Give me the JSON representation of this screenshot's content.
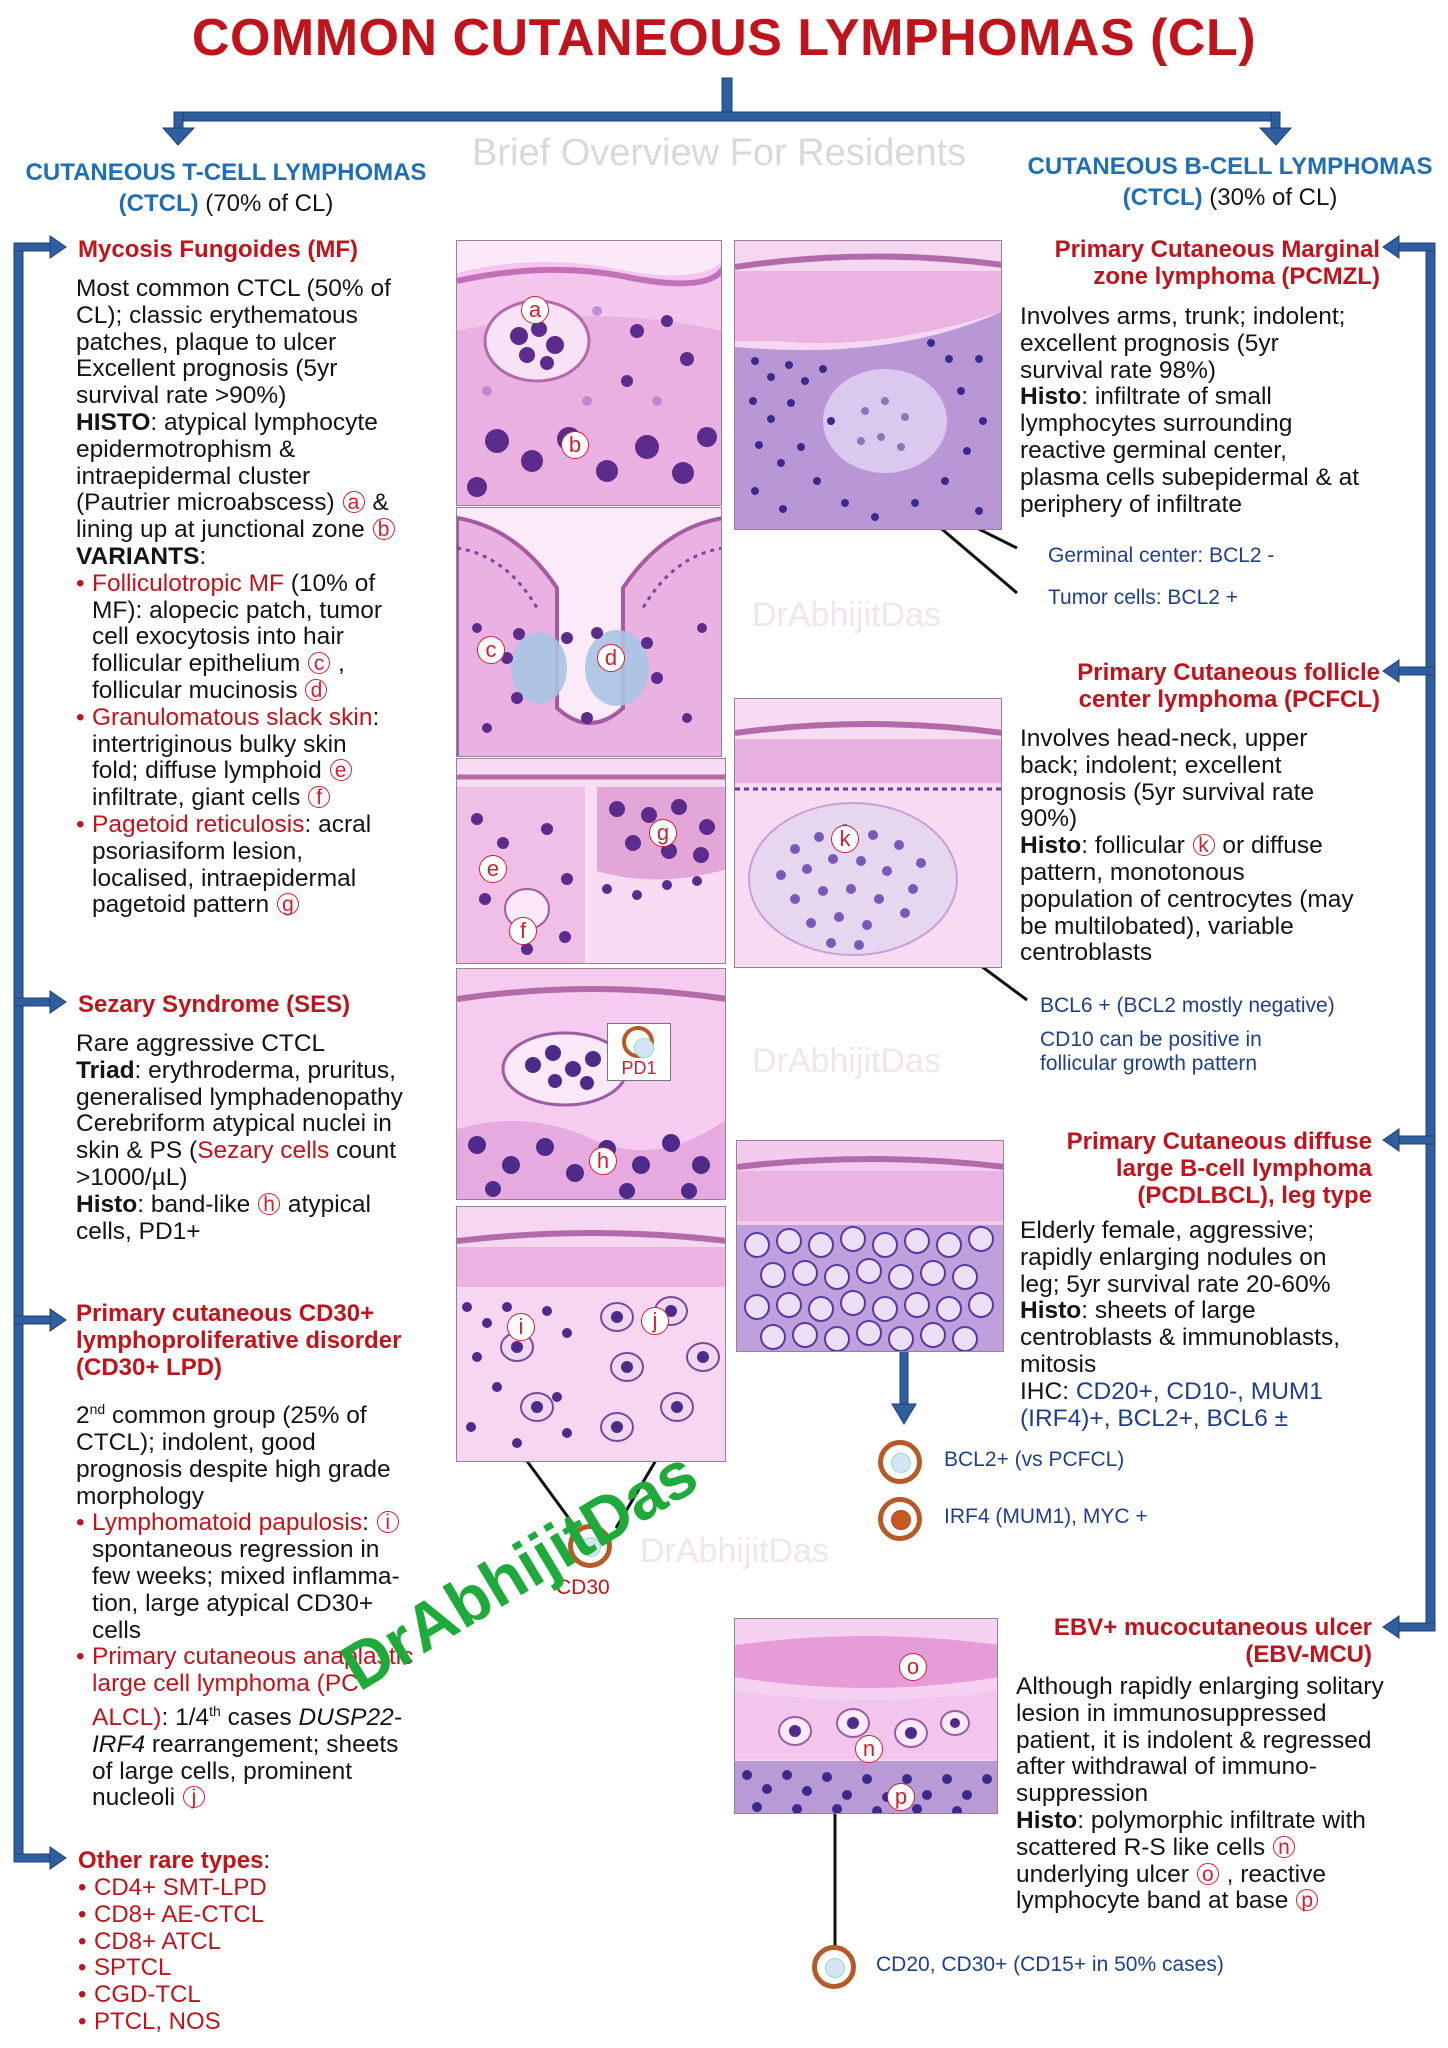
{
  "title": "COMMON CUTANEOUS LYMPHOMAS (CL)",
  "subtitle": "Brief Overview For Residents",
  "watermark": "DrAbhijitDas",
  "colors": {
    "title_red": "#c0141c",
    "heading_blue": "#1e6fb5",
    "note_blue": "#1f3f8a",
    "arrow_blue": "#2f5f9e",
    "watermark_green": "#1faa3c",
    "marker_brown": "#b65a28"
  },
  "left_column": {
    "heading_line1": "CUTANEOUS T-CELL LYMPHOMAS",
    "heading_abbr": "(CTCL)",
    "heading_pct": "(70% of CL)"
  },
  "right_column": {
    "heading_line1": "CUTANEOUS B-CELL LYMPHOMAS",
    "heading_abbr": "(CTCL)",
    "heading_pct": "(30% of CL)"
  },
  "mf": {
    "title": "Mycosis Fungoides (MF)",
    "l1": "Most common CTCL (50% of",
    "l2": "CL); classic erythematous",
    "l3": "patches, plaque to ulcer",
    "l4": "Excellent prognosis (5yr",
    "l5": "survival rate >90%)",
    "histo_label": "HISTO",
    "l6": ": atypical lymphocyte",
    "l7": "epidermotrophism &",
    "l8": "intraepidermal cluster",
    "l9": "(Pautrier microabscess)",
    "l9b": "&",
    "l10": "lining up at junctional zone",
    "variants_label": "VARIANTS",
    "variants_colon": ":",
    "v1_name": "Folliculotropic MF",
    "v1_l1": " (10% of",
    "v1_l2": "MF): alopecic patch, tumor",
    "v1_l3": "cell exocytosis into hair",
    "v1_l4": "follicular epithelium",
    "v1_l4b": ",",
    "v1_l5": "follicular mucinosis",
    "v2_name": "Granulomatous slack skin",
    "v2_l1": ":",
    "v2_l2": "intertriginous bulky skin",
    "v2_l3": "fold; diffuse lymphoid",
    "v2_l4": "infiltrate, giant cells",
    "v3_name": "Pagetoid reticulosis",
    "v3_l1": ": acral",
    "v3_l2": "psoriasiform lesion,",
    "v3_l3": "localised, intraepidermal",
    "v3_l4": "pagetoid pattern"
  },
  "ses": {
    "title": "Sezary Syndrome (SES)",
    "l1": "Rare aggressive CTCL",
    "triad_label": "Triad",
    "l2": ": erythroderma, pruritus,",
    "l3": "generalised lymphadenopathy",
    "l4": "Cerebriform atypical nuclei in",
    "l5a": "skin & PS (",
    "l5red": "Sezary cells",
    "l5b": " count",
    "l6": ">1000/µL)",
    "histo_label": "Histo",
    "l7": ": band-like",
    "l7b": "atypical",
    "l8": "cells, PD1+"
  },
  "lpd": {
    "title_l1": "Primary cutaneous CD30+",
    "title_l2": "lymphoproliferative disorder",
    "title_l3": "(CD30+ LPD)",
    "l1a": "2",
    "l1sup": "nd",
    "l1b": " common group (25% of",
    "l2": "CTCL); indolent, good",
    "l3": "prognosis despite high grade",
    "l4": "morphology",
    "v1_name": "Lymphomatoid papulosis",
    "v1_l1": ":",
    "v1_l2": "spontaneous regression in",
    "v1_l3": "few weeks; mixed inflamma-",
    "v1_l4": "tion, large atypical CD30+",
    "v1_l5": "cells",
    "v2_l1": "Primary cutaneous anaplastic",
    "v2_l2": "large cell lymphoma (PC-",
    "v2_l3": "ALCL)",
    "v2_l3b": ": 1/4",
    "v2_sup": "th",
    "v2_l3c": " cases ",
    "v2_l3i": "DUSP22-",
    "v2_l4i": "IRF4",
    "v2_l4": " rearrangement; sheets",
    "v2_l5": "of large cells, prominent",
    "v2_l6": "nucleoli"
  },
  "other": {
    "title": "Other rare types",
    "colon": ":",
    "items": [
      "CD4+ SMT-LPD",
      "CD8+ AE-CTCL",
      "CD8+ ATCL",
      "SPTCL",
      "CGD-TCL",
      "PTCL, NOS"
    ]
  },
  "pcmzl": {
    "title_l1": "Primary Cutaneous Marginal",
    "title_l2": "zone lymphoma (PCMZL)",
    "l1": "Involves arms, trunk; indolent;",
    "l2": "excellent prognosis (5yr",
    "l3": "survival rate 98%)",
    "histo_label": "Histo",
    "l4": ": infiltrate of small",
    "l5": "lymphocytes surrounding",
    "l6": "reactive germinal center,",
    "l7": "plasma cells subepidermal & at",
    "l8": "periphery of infiltrate",
    "note1": "Germinal center: BCL2 -",
    "note2": "Tumor cells: BCL2 +"
  },
  "pcfcl": {
    "title_l1": "Primary Cutaneous follicle",
    "title_l2": "center lymphoma (PCFCL)",
    "l1": "Involves head-neck, upper",
    "l2": "back; indolent; excellent",
    "l3": "prognosis (5yr survival rate",
    "l4": "90%)",
    "histo_label": "Histo",
    "l5": ": follicular",
    "l5b": "or diffuse",
    "l6": "pattern, monotonous",
    "l7": "population of centrocytes (may",
    "l8": "be multilobated), variable",
    "l9": "centroblasts",
    "note1": "BCL6 + (BCL2 mostly negative)",
    "note2": "CD10 can be positive in",
    "note3": "follicular growth pattern"
  },
  "pcdlbcl": {
    "title_l1": "Primary Cutaneous diffuse",
    "title_l2": "large B-cell lymphoma",
    "title_l3": "(PCDLBCL), leg type",
    "l1": "Elderly female, aggressive;",
    "l2": "rapidly enlarging nodules on",
    "l3": "leg; 5yr survival rate 20-60%",
    "histo_label": "Histo",
    "l4": ": sheets of large",
    "l5": "centroblasts & immunoblasts,",
    "l6": "mitosis",
    "ihc_label": "IHC: ",
    "ihc1": "CD20+, CD10-, MUM1",
    "ihc2": "(IRF4)+, BCL2+, BCL6 ±",
    "note1": "BCL2+ (vs PCFCL)",
    "note2": "IRF4 (MUM1), MYC +"
  },
  "ebv": {
    "title_l1": "EBV+ mucocutaneous ulcer",
    "title_l2": "(EBV-MCU)",
    "l1": "Although rapidly enlarging solitary",
    "l2": "lesion in immunosuppressed",
    "l3": "patient, it is indolent & regressed",
    "l4": "after withdrawal of immuno-",
    "l5": "suppression",
    "histo_label": "Histo",
    "l6": ": polymorphic infiltrate with",
    "l7": "scattered R-S like cells",
    "l8": "underlying ulcer",
    "l8b": ", reactive",
    "l9": "lymphocyte band at base",
    "note1": "CD20, CD30+ (CD15+ in 50% cases)"
  },
  "labels": {
    "a": "a",
    "b": "b",
    "c": "c",
    "d": "d",
    "e": "e",
    "f": "f",
    "g": "g",
    "h": "h",
    "i": "i",
    "j": "j",
    "k": "k",
    "n": "n",
    "o": "o",
    "p": "p"
  },
  "pd1_label": "PD1",
  "cd30_label": "CD30"
}
